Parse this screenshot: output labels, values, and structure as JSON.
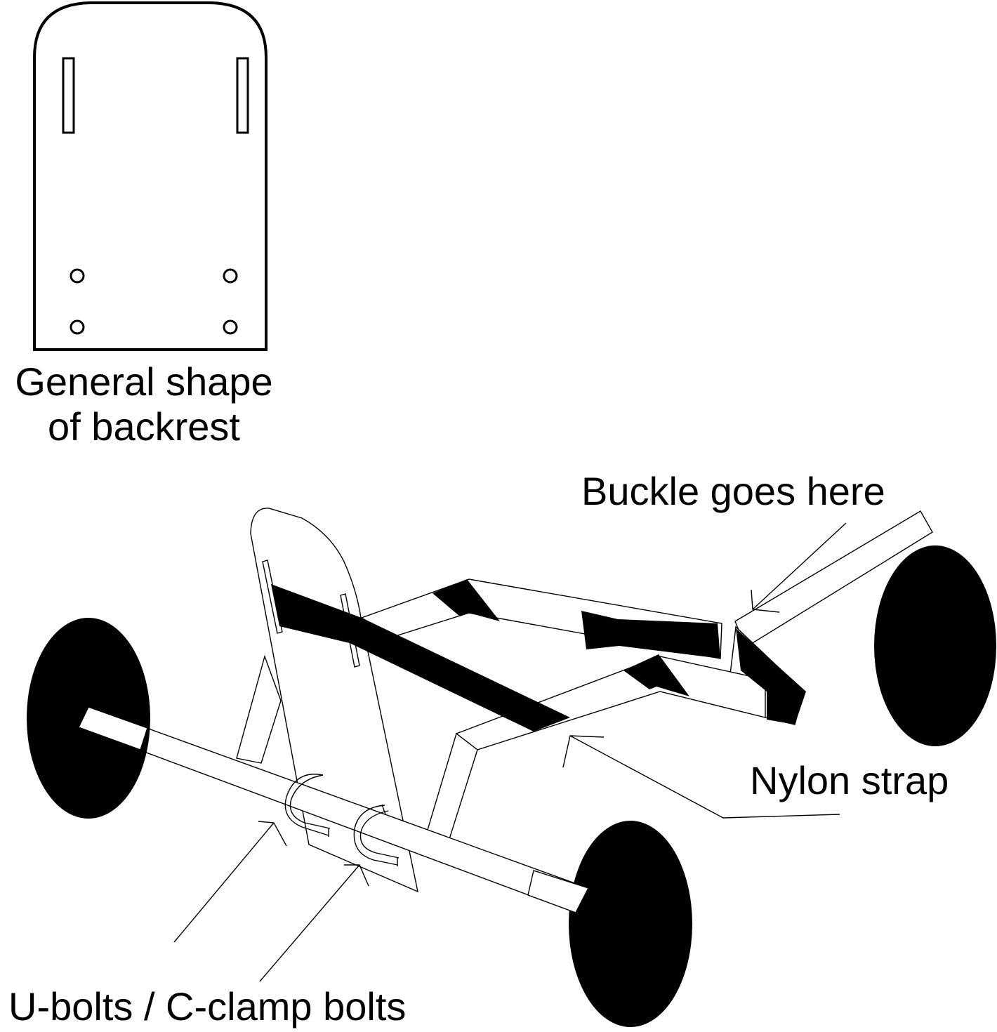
{
  "labels": {
    "backrest_line1": "General shape",
    "backrest_line2": "of backrest",
    "buckle": "Buckle goes here",
    "nylon": "Nylon strap",
    "bolts": "U-bolts / C-clamp bolts"
  },
  "colors": {
    "ink": "#000000",
    "paper": "#ffffff"
  }
}
